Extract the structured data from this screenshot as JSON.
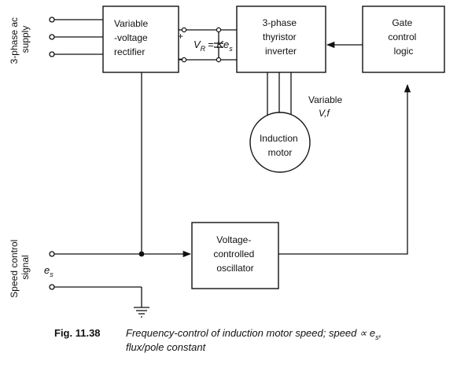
{
  "supply_label": [
    "3-phase ac",
    "supply"
  ],
  "blocks": {
    "rectifier": [
      "Variable",
      "-voltage",
      "rectifier"
    ],
    "inverter": [
      "3-phase",
      "thyristor",
      "inverter"
    ],
    "gate_logic": [
      "Gate",
      "control",
      "logic"
    ],
    "vco": [
      "Voltage-",
      "controlled",
      "oscillator"
    ]
  },
  "dc_link": {
    "plus": "+",
    "minus": "−",
    "vr": "V",
    "vr_sub": "R",
    "eq": "= Ke",
    "es_sub": "s"
  },
  "output_label": [
    "Variable",
    "V,f"
  ],
  "motor": [
    "Induction",
    "motor"
  ],
  "speed_signal": [
    "Speed control",
    "signal"
  ],
  "es_label": {
    "e": "e",
    "sub": "s"
  },
  "caption": {
    "fig": "Fig. 11.38",
    "line1": "Frequency-control of induction motor speed; speed ∝ e",
    "line1_sub": "s",
    "line1_end": ",",
    "line2": "flux/pole constant"
  }
}
